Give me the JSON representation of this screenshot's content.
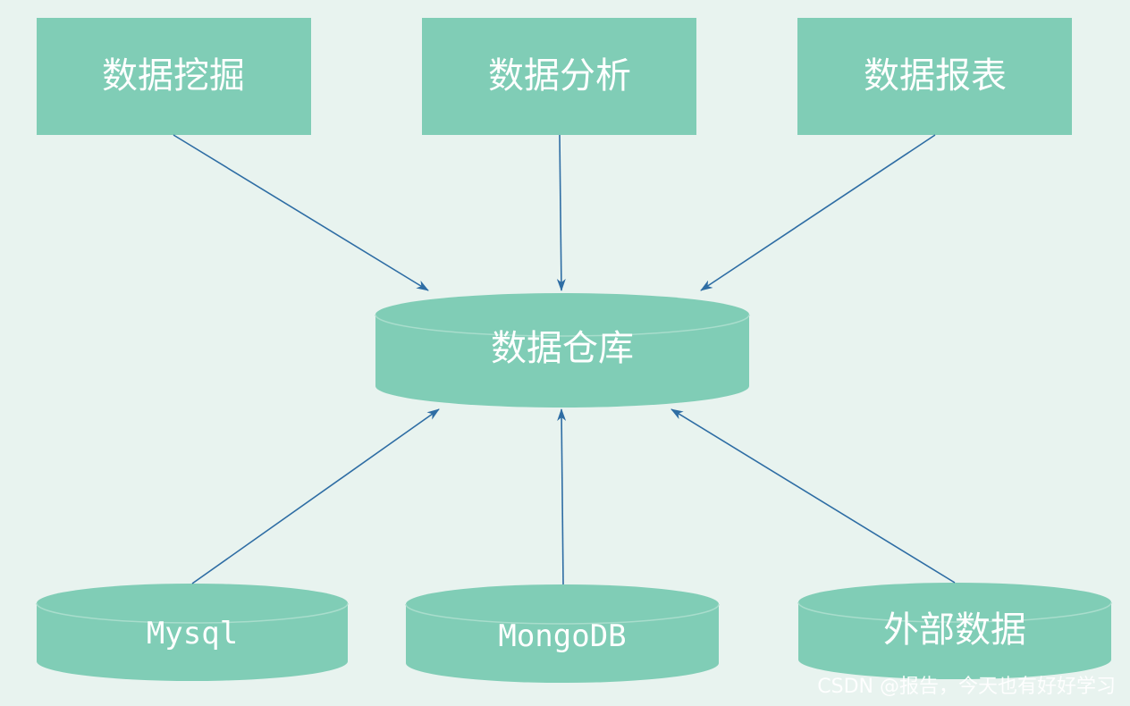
{
  "colors": {
    "background": "#e8f3ef",
    "node_fill": "#80cdb6",
    "arrow": "#2e6da4",
    "text": "#ffffff"
  },
  "nodes": {
    "data_mining": {
      "label": "数据挖掘"
    },
    "data_analysis": {
      "label": "数据分析"
    },
    "data_report": {
      "label": "数据报表"
    },
    "data_warehouse": {
      "label": "数据仓库"
    },
    "mysql": {
      "label": "Mysql"
    },
    "mongodb": {
      "label": "MongoDB"
    },
    "external_data": {
      "label": "外部数据"
    }
  },
  "edges": [
    {
      "from": "data_mining",
      "to": "data_warehouse"
    },
    {
      "from": "data_analysis",
      "to": "data_warehouse"
    },
    {
      "from": "data_report",
      "to": "data_warehouse"
    },
    {
      "from": "mysql",
      "to": "data_warehouse"
    },
    {
      "from": "mongodb",
      "to": "data_warehouse"
    },
    {
      "from": "external_data",
      "to": "data_warehouse"
    }
  ],
  "watermark": "CSDN @报告，今天也有好好学习"
}
